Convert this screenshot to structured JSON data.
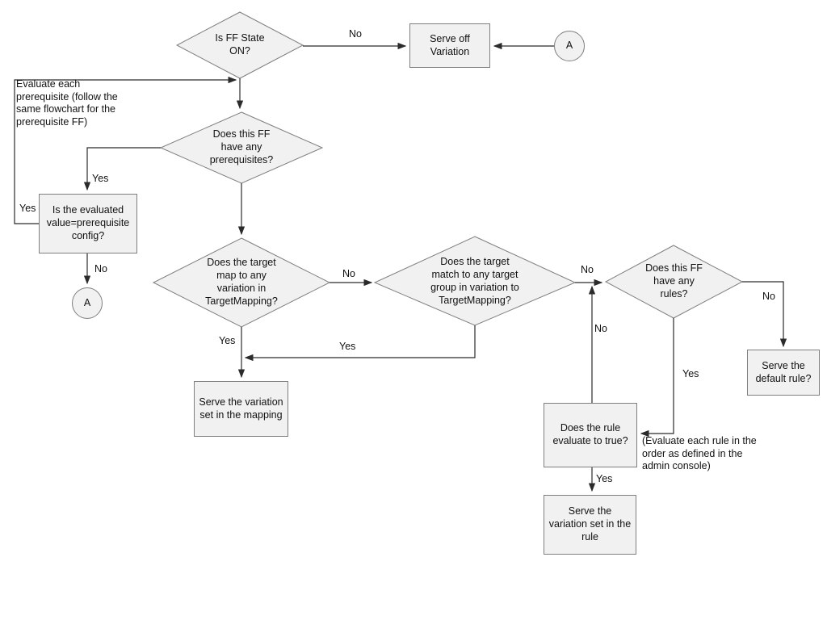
{
  "nodes": {
    "is_ff_state_on": "Is FF State ON?",
    "serve_off_variation": "Serve off Variation",
    "connector_a_top": "A",
    "has_prerequisites": "Does this FF have any prerequisites?",
    "prereq_value_check": "Is the evaluated value=prerequisite config?",
    "connector_a_left": "A",
    "target_mapping_check": "Does the target map to any variation in TargetMapping?",
    "target_group_check": "Does the target match to any target group in variation to TargetMapping?",
    "has_rules": "Does this FF have any rules?",
    "serve_default_rule": "Serve the default rule?",
    "rule_evaluates_true": "Does the rule evaluate to true?",
    "serve_rule_variation": "Serve the variation set in the rule",
    "serve_mapping_variation": "Serve the variation set in the mapping"
  },
  "edge_labels": {
    "ff_off_no": "No",
    "loopback_yes": "Yes",
    "prereq_yes": "Yes",
    "prereq_no": "No",
    "mapping_no": "No",
    "group_no": "No",
    "rule_false_no": "No",
    "rules_no": "No",
    "rules_yes": "Yes",
    "rule_true_yes": "Yes",
    "mapping_yes": "Yes",
    "group_yes": "Yes"
  },
  "annotations": {
    "prerequisite_note": "Evaluate each prerequisite (follow the same flowchart for the prerequisite FF)",
    "rule_order_note": "(Evaluate each rule in the order as defined in the admin console)"
  },
  "colors": {
    "background": "#ffffff",
    "shape_fill": "#f1f1f1",
    "shape_border": "#7f7f7f",
    "connector": "#2b2b2b",
    "text": "#111111"
  }
}
